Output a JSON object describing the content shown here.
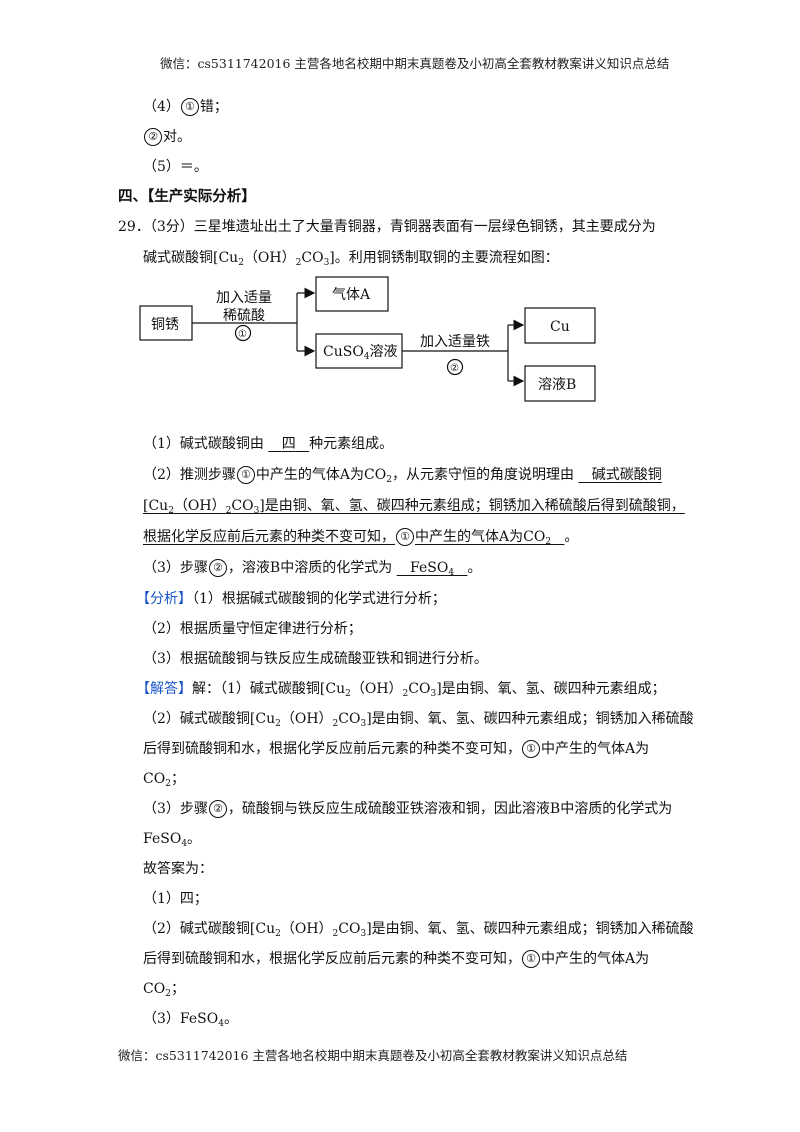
{
  "header": "微信：cs5311742016  主营各地名校期中期末真题卷及小初高全套教材教案讲义知识点总结",
  "footer": "微信：cs5311742016  主营各地名校期中期末真题卷及小初高全套教材教案讲义知识点总结",
  "prev_answers": {
    "q4_label": "（4）",
    "c1": "①",
    "q4_1": "错；",
    "c2": "②",
    "q4_2": "对。",
    "q5": "（5）＝。"
  },
  "section_title": "四、【生产实际分析】",
  "question": {
    "number": "29．",
    "score": "（3分）",
    "stem_1": "三星堆遗址出土了大量青铜器，青铜器表面有一层绿色铜锈，其主要成分为",
    "stem_2a": "碱式碳酸铜[Cu",
    "sub_2": "2",
    "stem_2b": "（OH）",
    "stem_2c": "CO",
    "sub_3": "3",
    "stem_2d": "]。利用铜锈制取铜的主要流程如图："
  },
  "flowchart": {
    "start": "铜锈",
    "reagent1_line1": "加入适量",
    "reagent1_line2": "稀硫酸",
    "step1": "①",
    "gas": "气体A",
    "cuso4": "CuSO",
    "cuso4_sub": "4",
    "cuso4_tail": "溶液",
    "reagent2": "加入适量铁",
    "step2": "②",
    "cu": "Cu",
    "solution_b": "溶液B"
  },
  "subq": {
    "q1_pre": "（1）碱式碳酸铜由",
    "q1_ans": "四",
    "q1_post": "种元素组成。",
    "q2_pre": "（2）推测步骤",
    "q2_mid": "中产生的气体A为CO",
    "q2_mid2": "，从元素守恒的角度说明理由",
    "q2_ans1": "碱式碳酸铜",
    "q2_ans2": "[Cu",
    "q2_ans2b": "（OH）",
    "q2_ans2c": "CO",
    "q2_ans2d": "]是由铜、氧、氢、碳四种元素组成；铜锈加入稀硫酸后得到硫酸铜，",
    "q2_ans3": "根据化学反应前后元素的种类不变可知，",
    "q2_ans3b": "中产生的气体A为CO",
    "q3_pre": "（3）步骤",
    "q3_mid": "，溶液B中溶质的化学式为",
    "q3_ans": "FeSO",
    "period": "。",
    "two": "2",
    "three": "3",
    "four": "4"
  },
  "analysis": {
    "tag": "【分析】",
    "l1": "（1）根据碱式碳酸铜的化学式进行分析；",
    "l2": "（2）根据质量守恒定律进行分析；",
    "l3": "（3）根据硫酸铜与铁反应生成硫酸亚铁和铜进行分析。"
  },
  "solution": {
    "tag": "【解答】",
    "l1_pre": "解：（1）碱式碳酸铜[Cu",
    "tail": "]是由铜、氧、氢、碳四种元素组成；",
    "l2_pre": "（2）碱式碳酸铜[Cu",
    "l2_tail": "]是由铜、氧、氢、碳四种元素组成；铜锈加入稀硫酸",
    "l3": "后得到硫酸铜和水，根据化学反应前后元素的种类不变可知，",
    "l3_tail": "中产生的气体A为",
    "co2": "CO",
    "semi": "；",
    "l5_pre": "（3）步骤",
    "l5_tail": "，硫酸铜与铁反应生成硫酸亚铁溶液和铜，因此溶液B中溶质的化学式为",
    "l6": "FeSO",
    "answer_intro": "故答案为：",
    "a1": "（1）四；",
    "a3": "（3）FeSO"
  }
}
